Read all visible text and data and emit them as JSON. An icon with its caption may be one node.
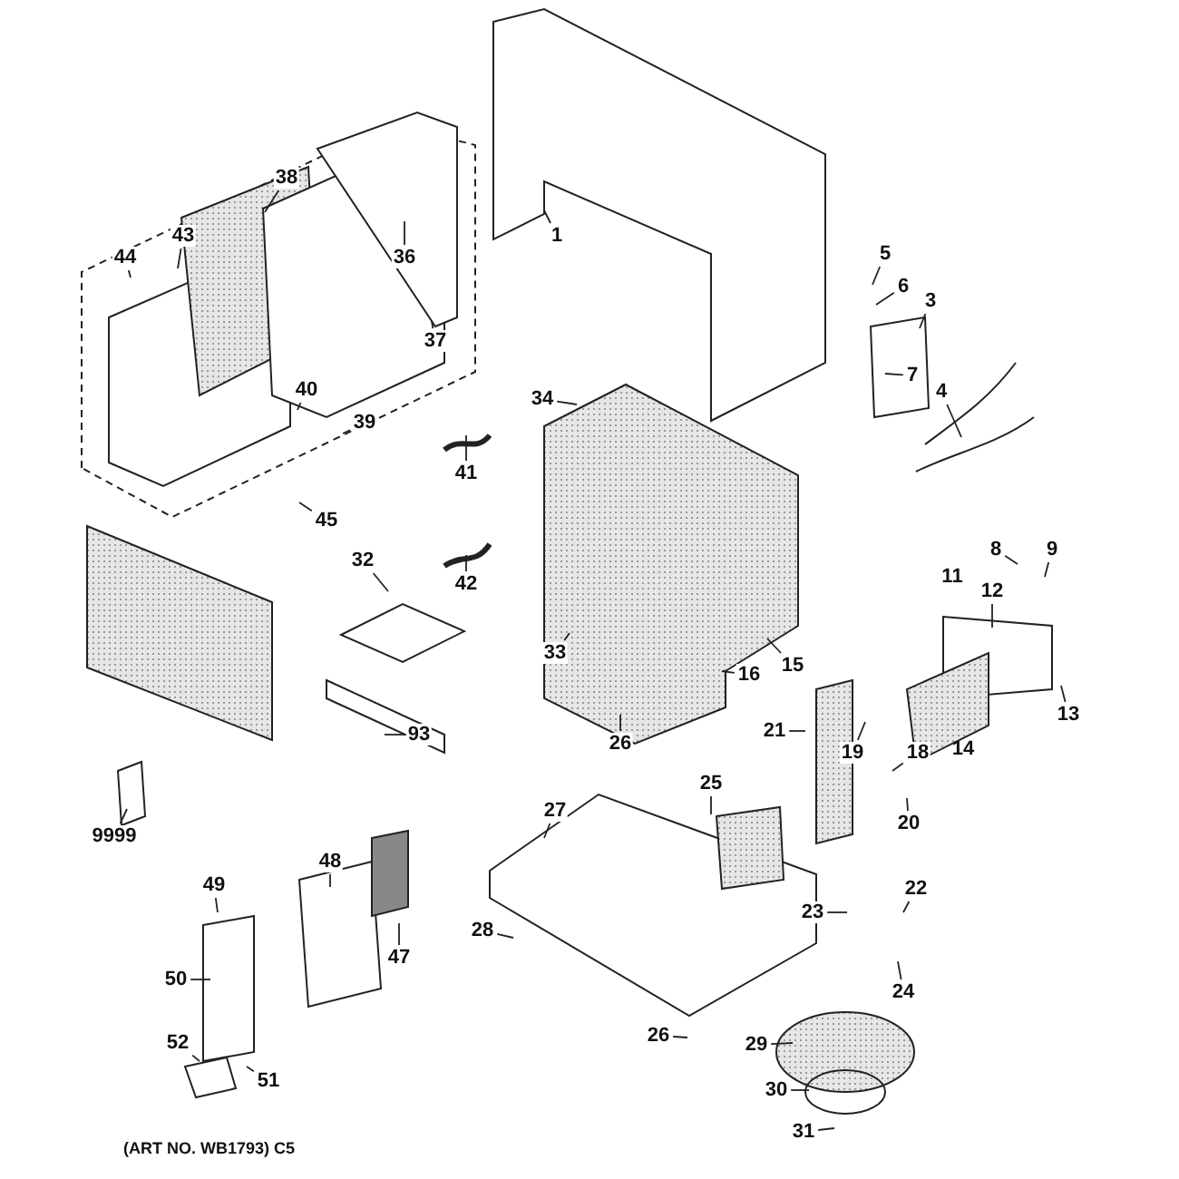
{
  "diagram": {
    "nodes": [
      {
        "text": [
          "38"
        ]
      },
      {
        "text": [
          "1"
        ]
      },
      {
        "text": [
          "5"
        ]
      },
      {
        "text": [
          "43"
        ]
      },
      {
        "text": [
          "36"
        ]
      },
      {
        "text": [
          "44"
        ]
      },
      {
        "text": [
          "6"
        ]
      },
      {
        "text": [
          "3"
        ]
      },
      {
        "text": [
          "37"
        ]
      },
      {
        "text": [
          "7"
        ]
      },
      {
        "text": [
          "40"
        ]
      },
      {
        "text": [
          "4"
        ]
      },
      {
        "text": [
          "34"
        ]
      },
      {
        "text": [
          "39"
        ]
      },
      {
        "text": [
          "41"
        ]
      },
      {
        "text": [
          "45"
        ]
      },
      {
        "text": [
          "8"
        ]
      },
      {
        "text": [
          "9"
        ]
      },
      {
        "text": [
          "32"
        ]
      },
      {
        "text": [
          "42"
        ]
      },
      {
        "text": [
          "12"
        ]
      },
      {
        "text": [
          "33"
        ]
      },
      {
        "text": [
          "15"
        ]
      },
      {
        "text": [
          "16"
        ]
      },
      {
        "text": [
          "13"
        ]
      },
      {
        "text": [
          "21"
        ]
      },
      {
        "text": [
          "93"
        ]
      },
      {
        "text": [
          "26"
        ]
      },
      {
        "text": [
          "19"
        ]
      },
      {
        "text": [
          "18"
        ]
      },
      {
        "text": [
          "25"
        ]
      },
      {
        "text": [
          "27"
        ]
      },
      {
        "text": [
          "20"
        ]
      },
      {
        "text": [
          "9999"
        ]
      },
      {
        "text": [
          "48"
        ]
      },
      {
        "text": [
          "49"
        ]
      },
      {
        "text": [
          "22"
        ]
      },
      {
        "text": [
          "23"
        ]
      },
      {
        "text": [
          "28"
        ]
      },
      {
        "text": [
          "47"
        ]
      },
      {
        "text": [
          "50"
        ]
      },
      {
        "text": [
          "24"
        ]
      },
      {
        "text": [
          "26"
        ]
      },
      {
        "text": [
          "29"
        ]
      },
      {
        "text": [
          "52"
        ]
      },
      {
        "text": [
          "51"
        ]
      },
      {
        "text": [
          "30"
        ]
      },
      {
        "text": [
          "31"
        ]
      }
    ],
    "edges": [
      {
        "from": 0,
        "to": null,
        "arrow": "none"
      },
      {
        "from": 1,
        "to": null,
        "arrow": "none"
      },
      {
        "from": 2,
        "to": null,
        "arrow": "none"
      },
      {
        "from": 3,
        "to": null,
        "arrow": "none"
      },
      {
        "from": 4,
        "to": null,
        "arrow": "none"
      },
      {
        "from": 5,
        "to": null,
        "arrow": "none"
      },
      {
        "from": 6,
        "to": null,
        "arrow": "none"
      },
      {
        "from": 7,
        "to": null,
        "arrow": "none"
      },
      {
        "from": 8,
        "to": null,
        "arrow": "none"
      },
      {
        "from": 9,
        "to": null,
        "arrow": "none"
      },
      {
        "from": 10,
        "to": null,
        "arrow": "none"
      },
      {
        "from": 11,
        "to": null,
        "arrow": "none"
      },
      {
        "from": 12,
        "to": null,
        "arrow": "none"
      },
      {
        "from": 13,
        "to": null,
        "arrow": "none"
      },
      {
        "from": 14,
        "to": null,
        "arrow": "none"
      },
      {
        "from": 15,
        "to": null,
        "arrow": "none"
      },
      {
        "from": 16,
        "to": null,
        "arrow": "none"
      },
      {
        "from": 17,
        "to": null,
        "arrow": "none"
      },
      {
        "from": 18,
        "to": null,
        "arrow": "none"
      },
      {
        "from": 19,
        "to": null,
        "arrow": "none"
      },
      {
        "from": 20,
        "to": null,
        "arrow": "none"
      },
      {
        "from": 21,
        "to": null,
        "arrow": "none"
      },
      {
        "from": 22,
        "to": null,
        "arrow": "none"
      },
      {
        "from": 23,
        "to": null,
        "arrow": "none"
      },
      {
        "from": 24,
        "to": null,
        "arrow": "none"
      },
      {
        "from": 25,
        "to": null,
        "arrow": "none"
      },
      {
        "from": 26,
        "to": null,
        "arrow": "none"
      },
      {
        "from": 27,
        "to": null,
        "arrow": "none"
      },
      {
        "from": 28,
        "to": null,
        "arrow": "none"
      },
      {
        "from": 29,
        "to": null,
        "arrow": "none"
      },
      {
        "from": 30,
        "to": null,
        "arrow": "none"
      },
      {
        "from": 31,
        "to": null,
        "arrow": "none"
      },
      {
        "from": 32,
        "to": null,
        "arrow": "none"
      },
      {
        "from": 33,
        "to": null,
        "arrow": "none"
      },
      {
        "from": 34,
        "to": null,
        "arrow": "none"
      },
      {
        "from": 35,
        "to": null,
        "arrow": "none"
      },
      {
        "from": 36,
        "to": null,
        "arrow": "none"
      },
      {
        "from": 37,
        "to": null,
        "arrow": "none"
      },
      {
        "from": 38,
        "to": null,
        "arrow": "none"
      },
      {
        "from": 39,
        "to": null,
        "arrow": "none"
      },
      {
        "from": 40,
        "to": null,
        "arrow": "none"
      },
      {
        "from": 41,
        "to": null,
        "arrow": "none"
      },
      {
        "from": 42,
        "to": null,
        "arrow": "none"
      },
      {
        "from": 43,
        "to": null,
        "arrow": "none"
      },
      {
        "from": 44,
        "to": null,
        "arrow": "none"
      },
      {
        "from": 45,
        "to": null,
        "arrow": "none"
      },
      {
        "from": 46,
        "to": null,
        "arrow": "none"
      },
      {
        "from": 47,
        "to": null,
        "arrow": "none"
      }
    ],
    "labels": [
      "11",
      "14",
      "(ART NO. WB1793) C5"
    ]
  }
}
